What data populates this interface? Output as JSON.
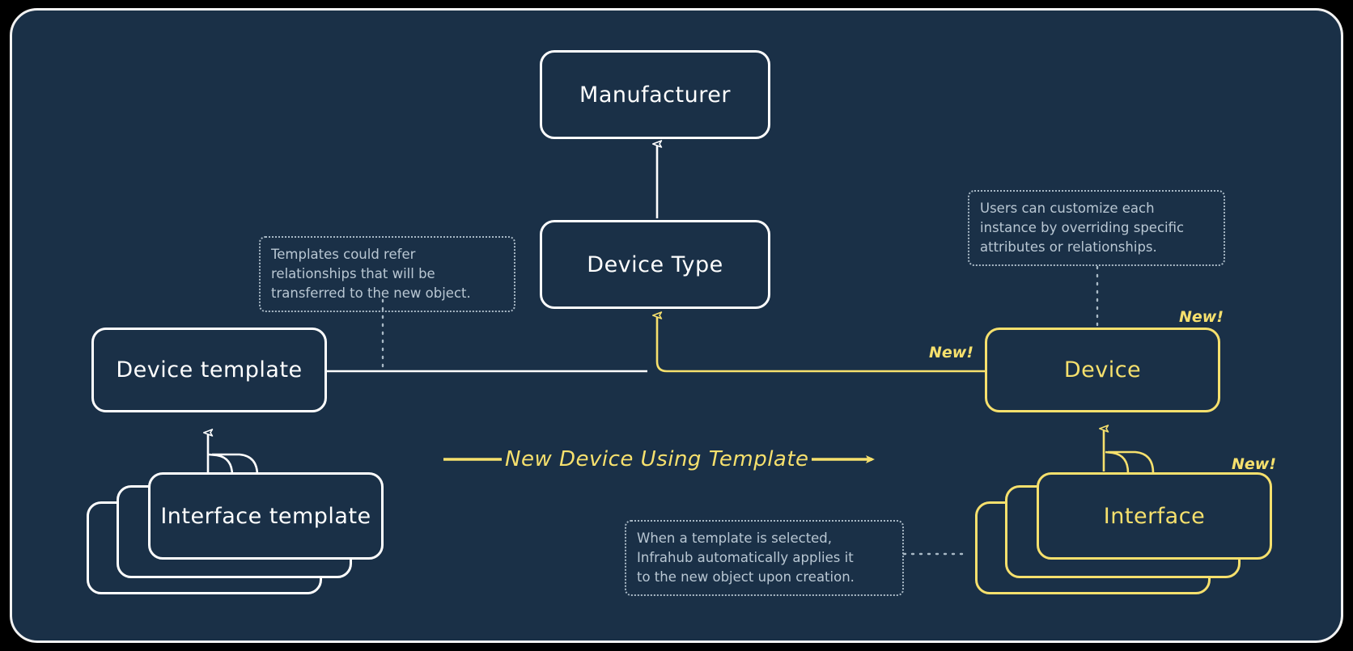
{
  "diagram": {
    "title": "Infrahub device template to device instantiation",
    "colors": {
      "background": "#000000",
      "panel": "#1a3047",
      "template_stroke": "#ffffff",
      "new_stroke": "#f6e06d",
      "note_text": "#b9c7d3",
      "note_border": "#a9b9c6"
    },
    "nodes": {
      "manufacturer": "Manufacturer",
      "device_type": "Device Type",
      "device_template": "Device template",
      "interface_template": "Interface template",
      "device": "Device",
      "interface": "Interface"
    },
    "badges": {
      "device_line": "New!",
      "device_box": "New!",
      "interface_box": "New!"
    },
    "transition_arrow_label": "New Device Using Template",
    "notes": {
      "templates_refer": "Templates could refer\nrelationships that will be\ntransferred to the new object.",
      "customize_instance": "Users can customize each\ninstance by overriding specific\nattributes or relationships.",
      "auto_apply": "When a template is selected,\nInfrahub automatically applies it\nto the new object upon creation."
    }
  }
}
